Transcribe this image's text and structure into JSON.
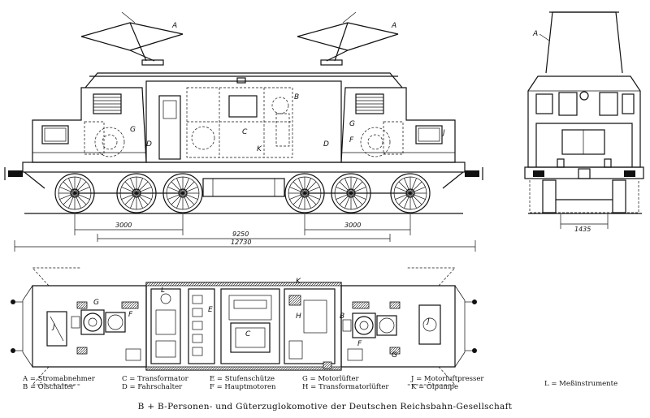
{
  "side_view": {
    "labels": {
      "pantograph": "A",
      "breaker": "B",
      "transformer": "C",
      "controller": "D",
      "motors": "F",
      "fan": "G",
      "compressor": "J",
      "pump": "K"
    },
    "dimensions": {
      "bogie_left": "3000",
      "bogie_right": "3000",
      "pivots": "9250",
      "length": "12730"
    }
  },
  "end_view": {
    "labels": {
      "pantograph": "A"
    },
    "dimensions": {
      "gauge": "1435"
    }
  },
  "plan_view": {
    "labels": {
      "breaker": "B",
      "transformer": "C",
      "switches": "E",
      "motors": "F",
      "fan": "G",
      "transformer_fan": "H",
      "compressor": "J",
      "pump": "K",
      "instruments": "L"
    }
  },
  "legend": {
    "col1": [
      "A = Stromabnehmer",
      "B = Ölschalter"
    ],
    "col2": [
      "C = Transformator",
      "D = Fahrschalter"
    ],
    "col3": [
      "E = Stufenschütze",
      "F = Hauptmotoren"
    ],
    "col4": [
      "G = Motorlüfter",
      "H = Transformatorlüfter"
    ],
    "col5": [
      "J = Motorluftpresser",
      "K = Ölpumpe"
    ],
    "col6": [
      "L = Meßinstrumente"
    ]
  },
  "caption": "B + B-Personen- und Güterzuglokomotive der Deutschen Reichsbahn-Gesellschaft"
}
